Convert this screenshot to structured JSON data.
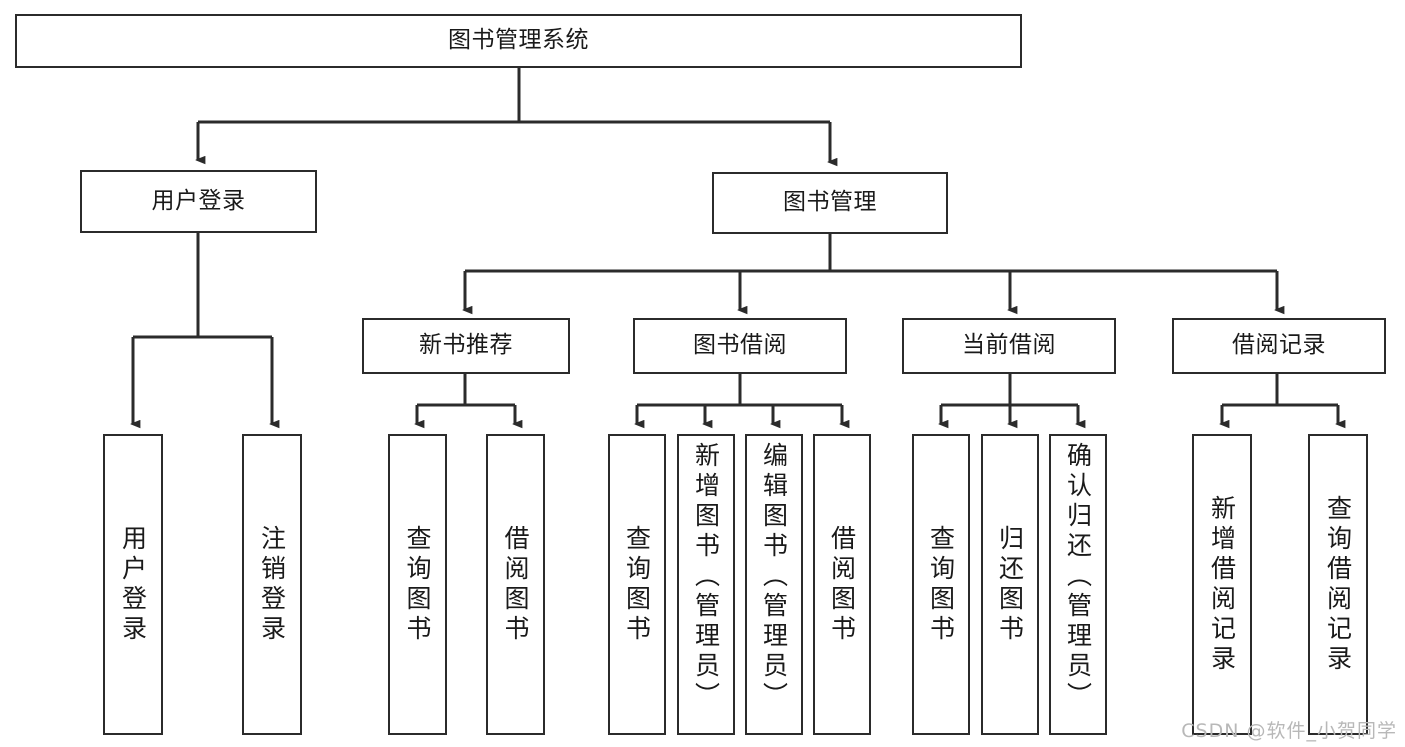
{
  "diagram": {
    "title": "图书管理系统",
    "watermark": "CSDN @软件_小贺同学",
    "colors": {
      "background": "#ffffff",
      "box_border": "#2b2b2b",
      "box_fill": "#ffffff",
      "connector": "#2b2b2b",
      "text": "#1a1a1a",
      "watermark": "#b8b8b8"
    },
    "root": {
      "label": "图书管理系统"
    },
    "level1": [
      {
        "label": "用户登录"
      },
      {
        "label": "图书管理"
      }
    ],
    "level2": [
      {
        "label": "新书推荐"
      },
      {
        "label": "图书借阅"
      },
      {
        "label": "当前借阅"
      },
      {
        "label": "借阅记录"
      }
    ],
    "leaves": {
      "user_login": [
        {
          "label": "用户登录"
        },
        {
          "label": "注销登录"
        }
      ],
      "new_book_recommend": [
        {
          "label": "查询图书"
        },
        {
          "label": "借阅图书"
        }
      ],
      "book_borrow": [
        {
          "label": "查询图书"
        },
        {
          "label": "新增图书（管理员）"
        },
        {
          "label": "编辑图书（管理员）"
        },
        {
          "label": "借阅图书"
        }
      ],
      "current_borrow": [
        {
          "label": "查询图书"
        },
        {
          "label": "归还图书"
        },
        {
          "label": "确认归还（管理员）"
        }
      ],
      "borrow_record": [
        {
          "label": "新增借阅记录"
        },
        {
          "label": "查询借阅记录"
        }
      ]
    }
  }
}
